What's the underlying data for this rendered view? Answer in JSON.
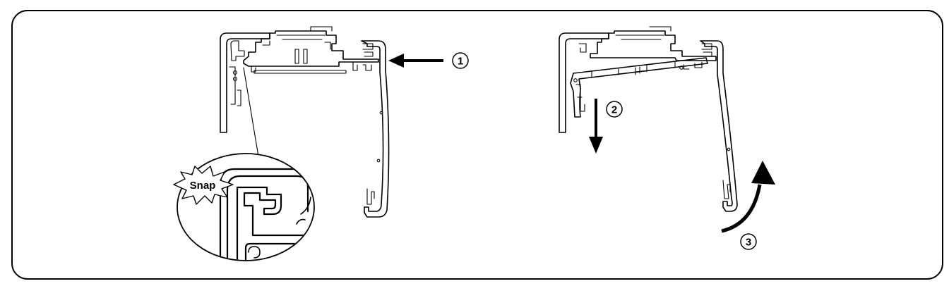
{
  "steps": [
    {
      "number": "1"
    },
    {
      "number": "2"
    },
    {
      "number": "3"
    }
  ],
  "callout": {
    "text": "Snap"
  },
  "icons": {
    "step1_arrow": "arrow-left-icon",
    "step2_arrow": "arrow-down-icon",
    "step3_arrow": "curved-arrow-up-icon"
  },
  "colors": {
    "ink": "#000000",
    "background": "#ffffff"
  }
}
